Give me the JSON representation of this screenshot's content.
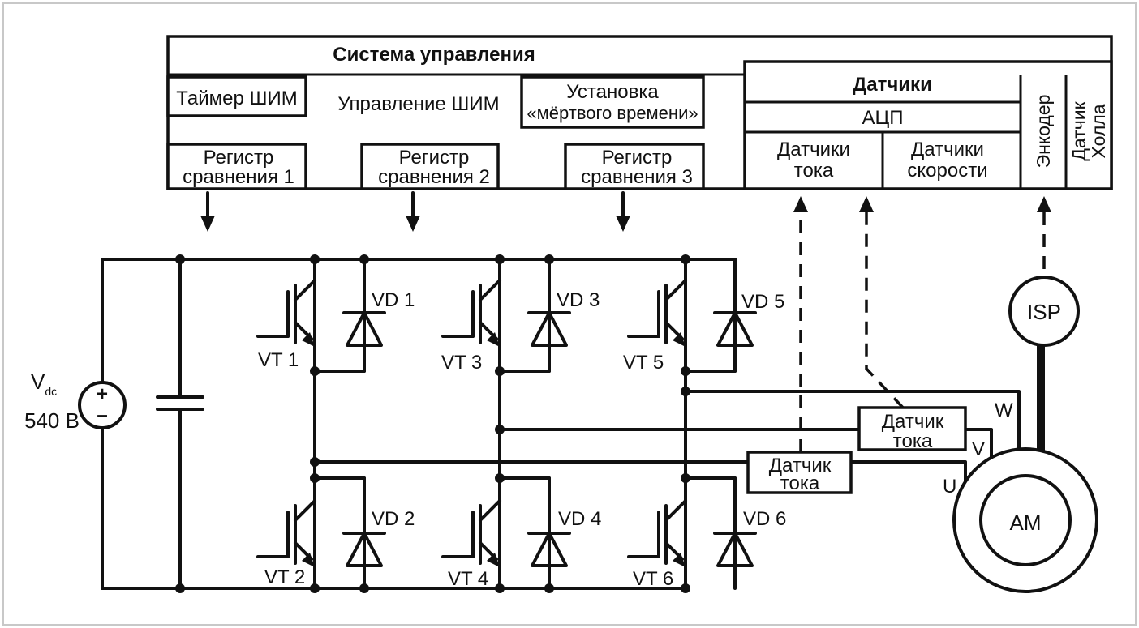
{
  "control": {
    "title": "Система управления",
    "pwm_timer": "Таймер ШИМ",
    "pwm_control": "Управление ШИМ",
    "deadtime_line1": "Установка",
    "deadtime_line2": "«мёртвого времени»",
    "cmp1_line1": "Регистр",
    "cmp1_line2": "сравнения 1",
    "cmp2_line1": "Регистр",
    "cmp2_line2": "сравнения 2",
    "cmp3_line1": "Регистр",
    "cmp3_line2": "сравнения 3"
  },
  "sensors": {
    "title": "Датчики",
    "adc": "АЦП",
    "current_line1": "Датчики",
    "current_line2": "тока",
    "speed_line1": "Датчики",
    "speed_line2": "скорости",
    "encoder": "Энкодер",
    "hall_line1": "Датчик",
    "hall_line2": "Холла"
  },
  "source": {
    "v_main": "V",
    "v_sub": "dc",
    "voltage": "540 В"
  },
  "transistors": [
    "VT 1",
    "VT 2",
    "VT 3",
    "VT 4",
    "VT 5",
    "VT 6"
  ],
  "diodes": [
    "VD 1",
    "VD 2",
    "VD 3",
    "VD 4",
    "VD 5",
    "VD 6"
  ],
  "current_sensor_1": {
    "line1": "Датчик",
    "line2": "тока"
  },
  "current_sensor_2": {
    "line1": "Датчик",
    "line2": "тока"
  },
  "phases": {
    "u": "U",
    "v": "V",
    "w": "W"
  },
  "motor": "AM",
  "isp": "ISP"
}
